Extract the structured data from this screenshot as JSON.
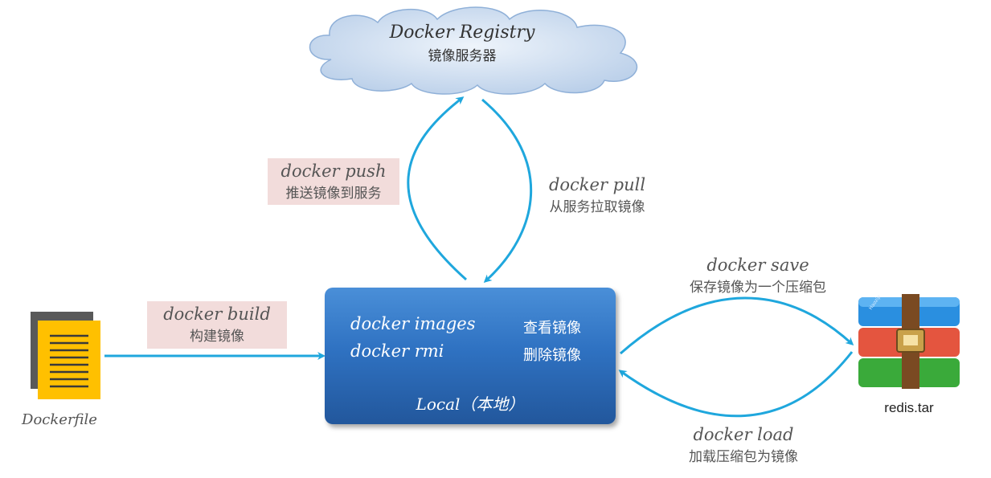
{
  "registry": {
    "title": "Docker Registry",
    "subtitle": "镜像服务器"
  },
  "push": {
    "command": "docker push",
    "description": "推送镜像到服务"
  },
  "pull": {
    "command": "docker pull",
    "description": "从服务拉取镜像"
  },
  "build": {
    "command": "docker build",
    "description": "构建镜像"
  },
  "save": {
    "command": "docker save",
    "description": "保存镜像为一个压缩包"
  },
  "load": {
    "command": "docker load",
    "description": "加载压缩包为镜像"
  },
  "local": {
    "rows": [
      {
        "command": "docker images",
        "description": "查看镜像"
      },
      {
        "command": "docker rmi",
        "description": "删除镜像"
      }
    ],
    "label": "Local（本地）"
  },
  "dockerfile": {
    "label": "Dockerfile"
  },
  "archive": {
    "label": "redis.tar",
    "icon": "winrar-archive-icon",
    "wrapper_text": "Haozip"
  },
  "colors": {
    "arrow": "#1fa7dd",
    "box": "#2f72c2",
    "label_bg": "#f2dcdb",
    "cloud": "#c5d9f1"
  }
}
